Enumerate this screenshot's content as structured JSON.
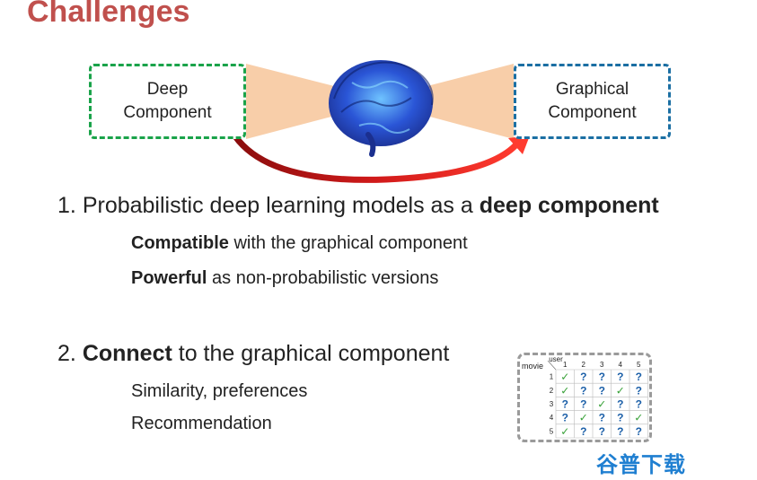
{
  "slide": {
    "title": "Challenges"
  },
  "diagram": {
    "deep_box_lines": [
      "Deep",
      "Component"
    ],
    "graph_box_lines": [
      "Graphical",
      "Component"
    ],
    "colors": {
      "deep_border": "#1aa34a",
      "graph_border": "#1b6fa3",
      "arrow": "#d11a1a",
      "beam": "#f7c59a",
      "brain": "#2a55d6"
    }
  },
  "points": {
    "p1": {
      "num": "1.",
      "text": "Probabilistic deep learning models as a",
      "bold": "deep component",
      "sub1_bold": "Compatible",
      "sub1_rest": "with the graphical component",
      "sub2_bold": "Powerful",
      "sub2_rest": "as non-probabilistic versions"
    },
    "p2": {
      "num": "2.",
      "bold": "Connect",
      "text": "to the graphical component",
      "sub1": "Similarity, preferences",
      "sub2": "Recommendation"
    }
  },
  "matrix": {
    "row_axis": "movie",
    "col_axis": "user",
    "col_headers": [
      "1",
      "2",
      "3",
      "4",
      "5"
    ],
    "row_headers": [
      "1",
      "2",
      "3",
      "4",
      "5"
    ],
    "cells": [
      [
        "✓",
        "?",
        "?",
        "?",
        "?"
      ],
      [
        "✓",
        "?",
        "?",
        "✓",
        "?"
      ],
      [
        "?",
        "?",
        "✓",
        "?",
        "?"
      ],
      [
        "?",
        "✓",
        "?",
        "?",
        "✓"
      ],
      [
        "✓",
        "?",
        "?",
        "?",
        "?"
      ]
    ]
  },
  "watermark": {
    "text": "谷普下载"
  }
}
